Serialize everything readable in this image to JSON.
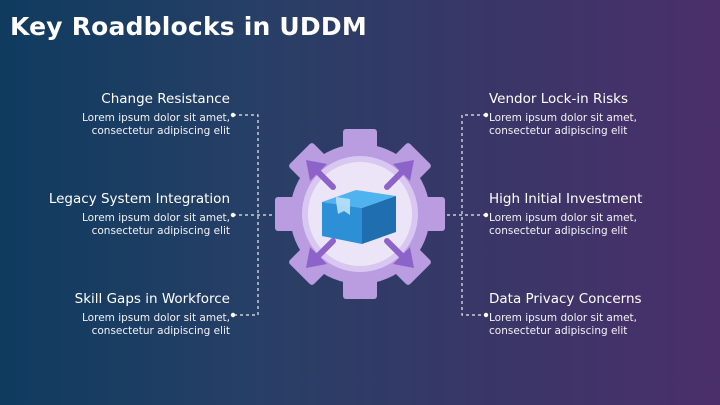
{
  "slide": {
    "title": "Key Roadblocks in UDDM"
  },
  "roadblocks": [
    {
      "heading": "Change Resistance",
      "line1": "Lorem ipsum dolor sit amet,",
      "line2": "consectetur adipiscing elit"
    },
    {
      "heading": "Legacy System Integration",
      "line1": "Lorem ipsum dolor sit amet,",
      "line2": "consectetur adipiscing elit"
    },
    {
      "heading": "Skill Gaps in Workforce",
      "line1": "Lorem ipsum dolor sit amet,",
      "line2": "consectetur adipiscing elit"
    },
    {
      "heading": "Vendor Lock-in Risks",
      "line1": "Lorem ipsum dolor sit amet,",
      "line2": "consectetur adipiscing elit"
    },
    {
      "heading": "High Initial Investment",
      "line1": "Lorem ipsum dolor sit amet,",
      "line2": "consectetur adipiscing elit"
    },
    {
      "heading": "Data Privacy Concerns",
      "line1": "Lorem ipsum dolor sit amet,",
      "line2": "consectetur adipiscing elit"
    }
  ],
  "colors": {
    "gear": "#b99de0",
    "gear_inner": "#e8e0f7",
    "arrows": "#8e63c9",
    "box_front": "#2d8fd6",
    "box_top": "#4fb3ef",
    "box_side": "#1f6fb0",
    "connector": "#ffffff"
  },
  "icons": {
    "center": "gear-with-box-icon",
    "arrows": "expand-arrows-icon"
  }
}
